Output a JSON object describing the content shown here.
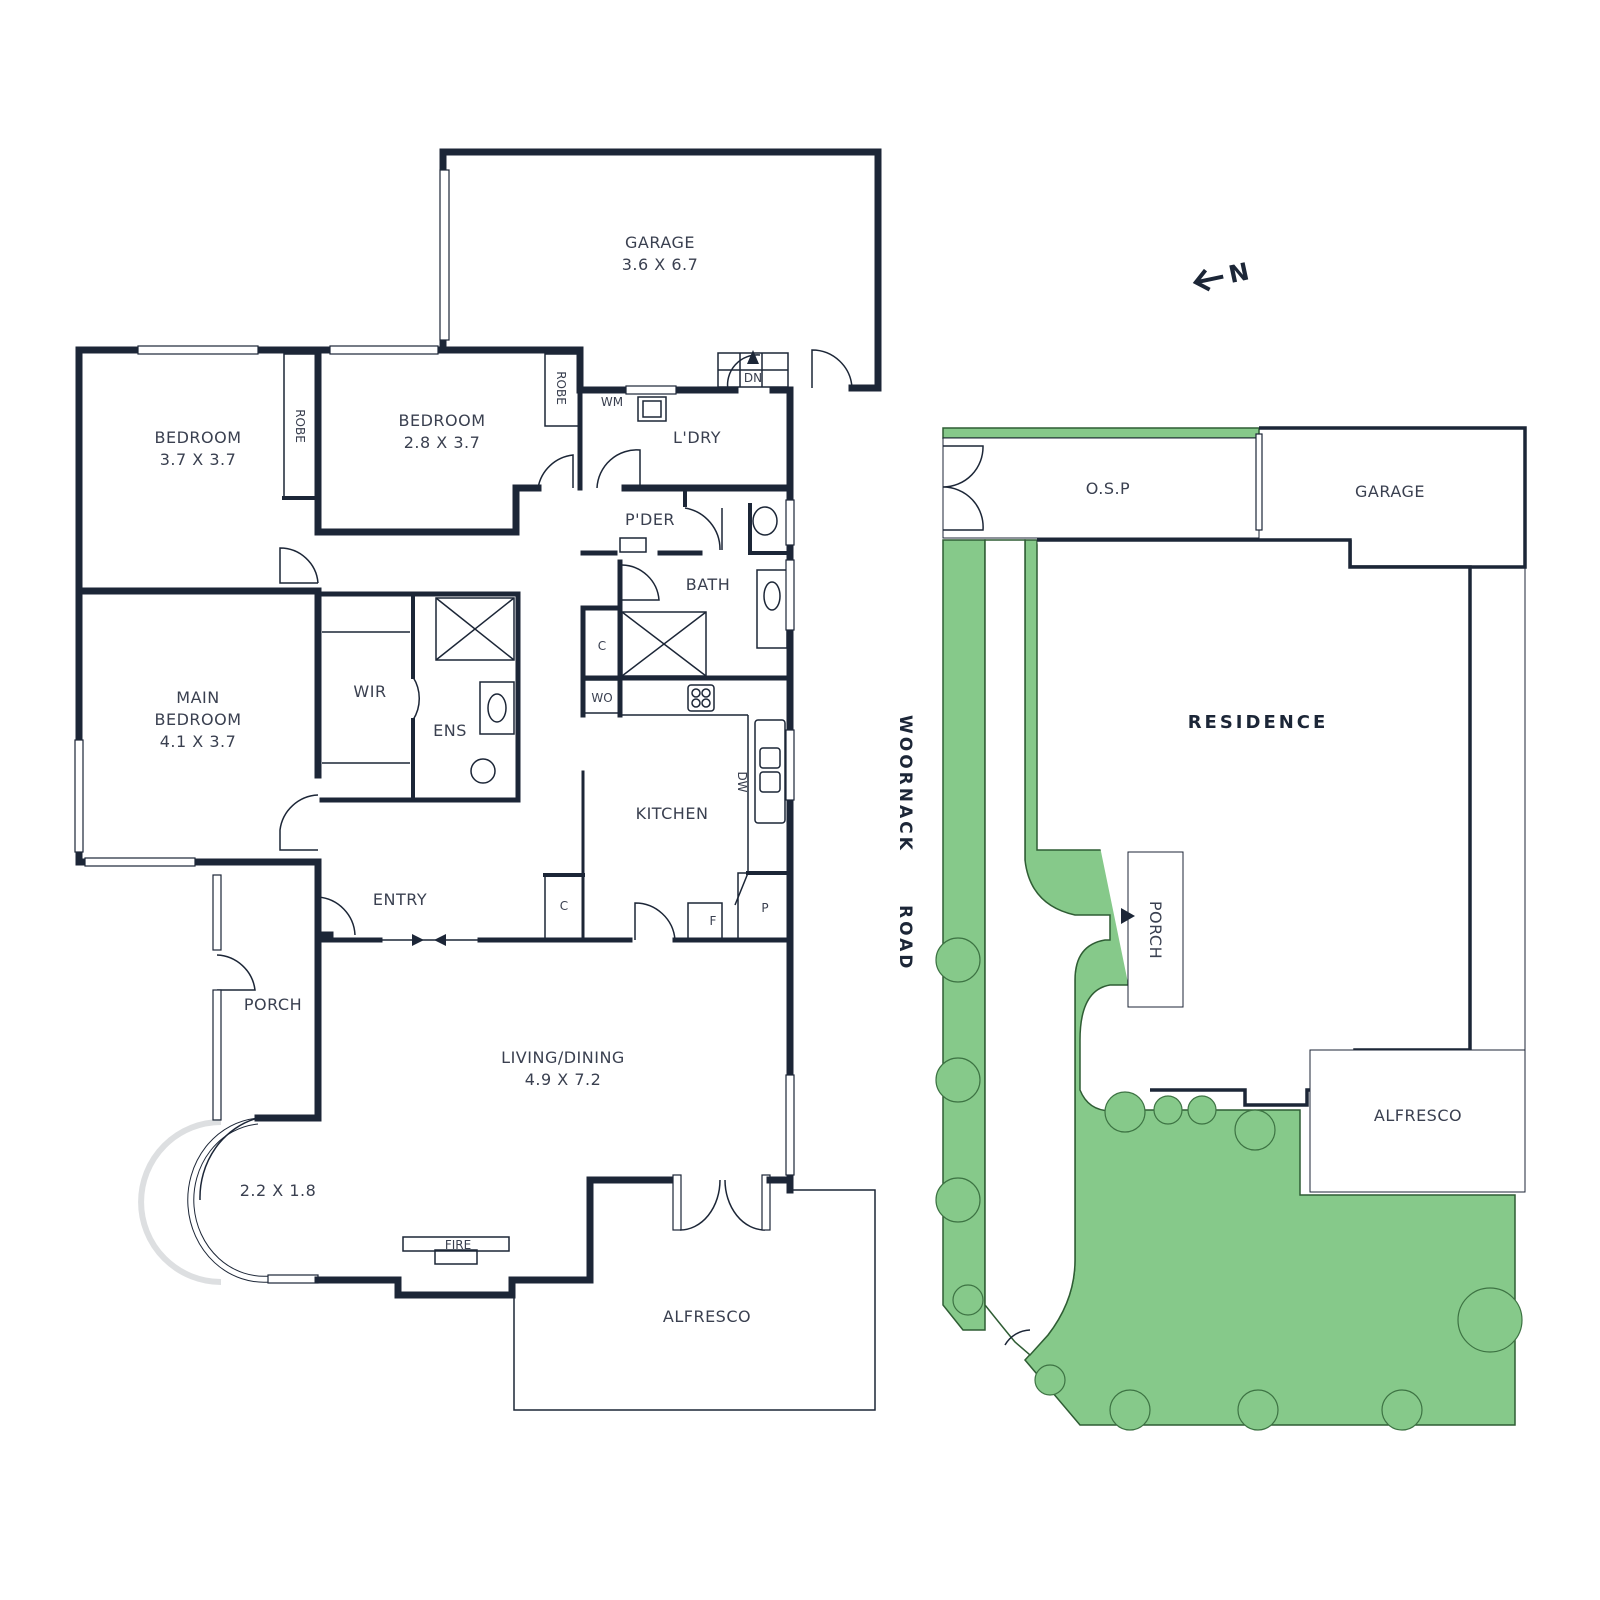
{
  "floor_plan": {
    "rooms": {
      "garage": {
        "name": "GARAGE",
        "size": "3.6 X 6.7"
      },
      "bedroom1": {
        "name": "BEDROOM",
        "size": "3.7 X 3.7"
      },
      "bedroom2": {
        "name": "BEDROOM",
        "size": "2.8 X 3.7"
      },
      "robe1": "ROBE",
      "robe2": "ROBE",
      "laundry": "L'DRY",
      "wm": "WM",
      "stairs_dn": "DN",
      "powder": "P'DER",
      "bath": "BATH",
      "main_bedroom": {
        "line1": "MAIN",
        "line2": "BEDROOM",
        "size": "4.1 X 3.7"
      },
      "wir": "WIR",
      "ensuite": "ENS",
      "cupboard1": "C",
      "wall_oven": "WO",
      "kitchen": "KITCHEN",
      "dishwasher": "DW",
      "cupboard2": "C",
      "fridge": "F",
      "pantry": "P",
      "entry": "ENTRY",
      "porch": "PORCH",
      "living_dining": {
        "name": "LIVING/DINING",
        "size": "4.9 X 7.2"
      },
      "bay": {
        "size": "2.2 X 1.8"
      },
      "fire": "FIRE",
      "alfresco": "ALFRESCO"
    }
  },
  "site_plan": {
    "osp": "O.S.P",
    "garage": "GARAGE",
    "residence": "RESIDENCE",
    "porch": "PORCH",
    "alfresco": "ALFRESCO"
  },
  "street": {
    "word1": "WOORNACK",
    "word2": "ROAD"
  },
  "compass": {
    "label": "N"
  },
  "colors": {
    "wall": "#1c2637",
    "lawn": "#86c98a",
    "text": "#3a4050"
  }
}
